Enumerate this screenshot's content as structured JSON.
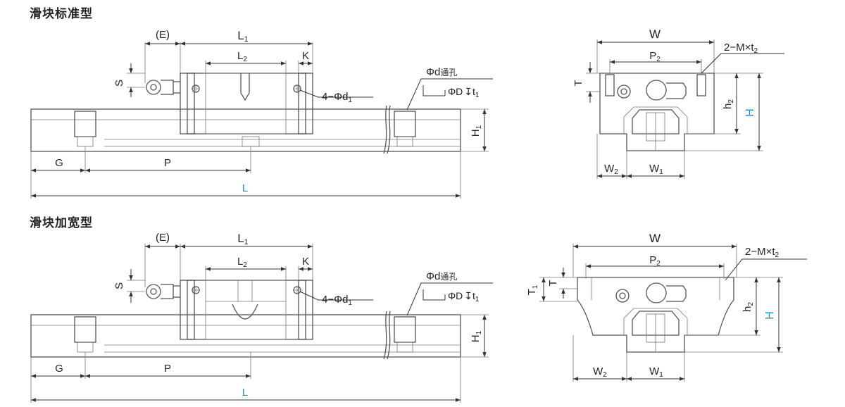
{
  "titles": {
    "standard": "滑块标准型",
    "wide": "滑块加宽型"
  },
  "labels": {
    "E": "(E)",
    "L1": "L",
    "L1_sub": "1",
    "L2": "L",
    "L2_sub": "2",
    "K": "K",
    "S": "S",
    "d1_holes": "4−Φd",
    "d1_sub": "1",
    "thru_hole": "Φd",
    "thru_hole_suffix": "通孔",
    "cbore": "ΦD",
    "cbore_depth": "t",
    "cbore_depth_sub": "1",
    "H1": "H",
    "H1_sub": "1",
    "G": "G",
    "P": "P",
    "L": "L",
    "W": "W",
    "P2": "P",
    "P2_sub": "2",
    "M": "2−M×t",
    "M_sub": "2",
    "T": "T",
    "T1": "T",
    "T1_sub": "1",
    "h2": "h",
    "h2_sub": "2",
    "H": "H",
    "W2": "W",
    "W2_sub": "2",
    "W1": "W",
    "W1_sub": "1"
  },
  "colors": {
    "accent_blue": "#1a8fc9",
    "line": "#555555"
  }
}
